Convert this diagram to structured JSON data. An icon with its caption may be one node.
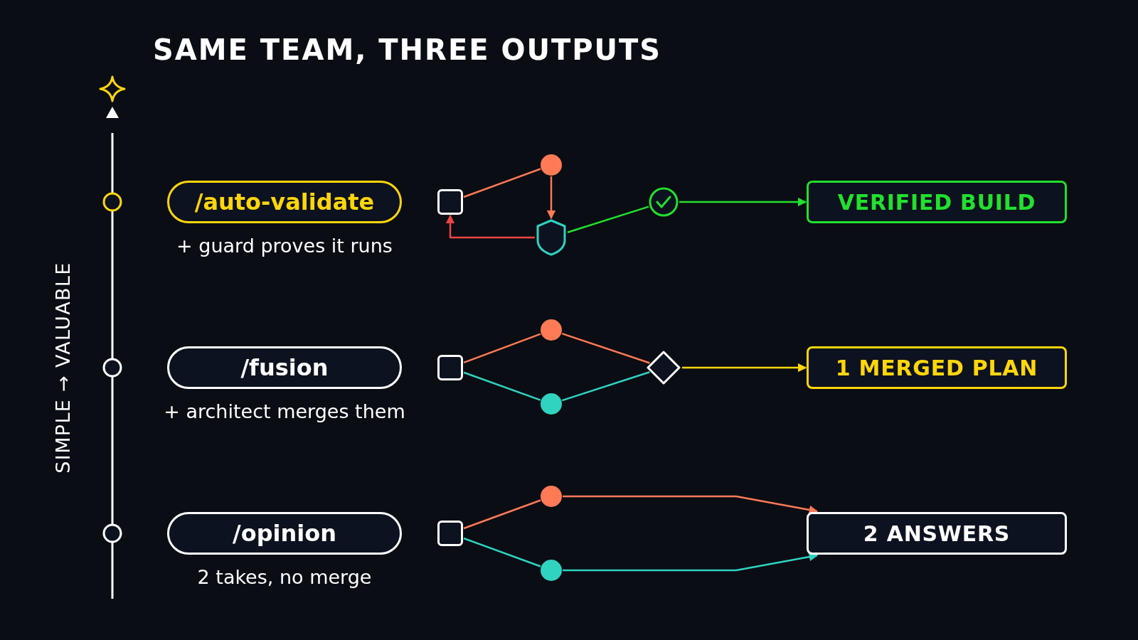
{
  "diagram": {
    "title": "SAME TEAM, THREE OUTPUTS",
    "nodes": [
      {
        "text": [
          "/auto-validate"
        ],
        "beside": [
          "+ guard proves it runs"
        ]
      },
      {
        "text": [],
        "shape": "box"
      },
      {
        "text": [],
        "shape": "circle"
      },
      {
        "text": [],
        "shape": "shield"
      },
      {
        "text": [],
        "shape": "circle"
      },
      {
        "text": [
          "VERIFIED BUILD"
        ]
      },
      {
        "text": [
          "/fusion"
        ],
        "beside": [
          "+ architect merges them"
        ]
      },
      {
        "text": [],
        "shape": "box"
      },
      {
        "text": [],
        "shape": "circle"
      },
      {
        "text": [],
        "shape": "circle"
      },
      {
        "text": [],
        "shape": "diamond"
      },
      {
        "text": [
          "1 MERGED PLAN"
        ]
      },
      {
        "text": [
          "/opinion"
        ],
        "beside": [
          "2 takes, no merge"
        ]
      },
      {
        "text": [],
        "shape": "box"
      },
      {
        "text": [],
        "shape": "circle"
      },
      {
        "text": [],
        "shape": "circle"
      },
      {
        "text": [
          "2 ANSWERS"
        ]
      }
    ],
    "edges": [
      {
        "from": 1,
        "to": 2,
        "arrow": "none",
        "color": "#ff7a55"
      },
      {
        "from": 2,
        "to": 3,
        "arrow": "to",
        "color": "#ff7a55"
      },
      {
        "from": 3,
        "to": 1,
        "arrow": "to",
        "color": "#ef4444"
      },
      {
        "from": 3,
        "to": 4,
        "arrow": "none",
        "color": "#22e02e"
      },
      {
        "from": 4,
        "to": 5,
        "arrow": "to",
        "color": "#22e02e"
      },
      {
        "from": 7,
        "to": 8,
        "arrow": "none",
        "color": "#ff7a55"
      },
      {
        "from": 7,
        "to": 9,
        "arrow": "none",
        "color": "#2fd3c0"
      },
      {
        "from": 8,
        "to": 10,
        "arrow": "none",
        "color": "#ff7a55"
      },
      {
        "from": 9,
        "to": 10,
        "arrow": "none",
        "color": "#2fd3c0"
      },
      {
        "from": 10,
        "to": 11,
        "arrow": "to",
        "color": "#ffd60a"
      },
      {
        "from": 13,
        "to": 14,
        "arrow": "none",
        "color": "#ff7a55"
      },
      {
        "from": 13,
        "to": 15,
        "arrow": "none",
        "color": "#2fd3c0"
      },
      {
        "from": 14,
        "to": 16,
        "arrow": "to",
        "color": "#ff7a55"
      },
      {
        "from": 15,
        "to": 16,
        "arrow": "to",
        "color": "#2fd3c0"
      }
    ],
    "labels": [
      "SIMPLE → VALUABLE"
    ]
  }
}
